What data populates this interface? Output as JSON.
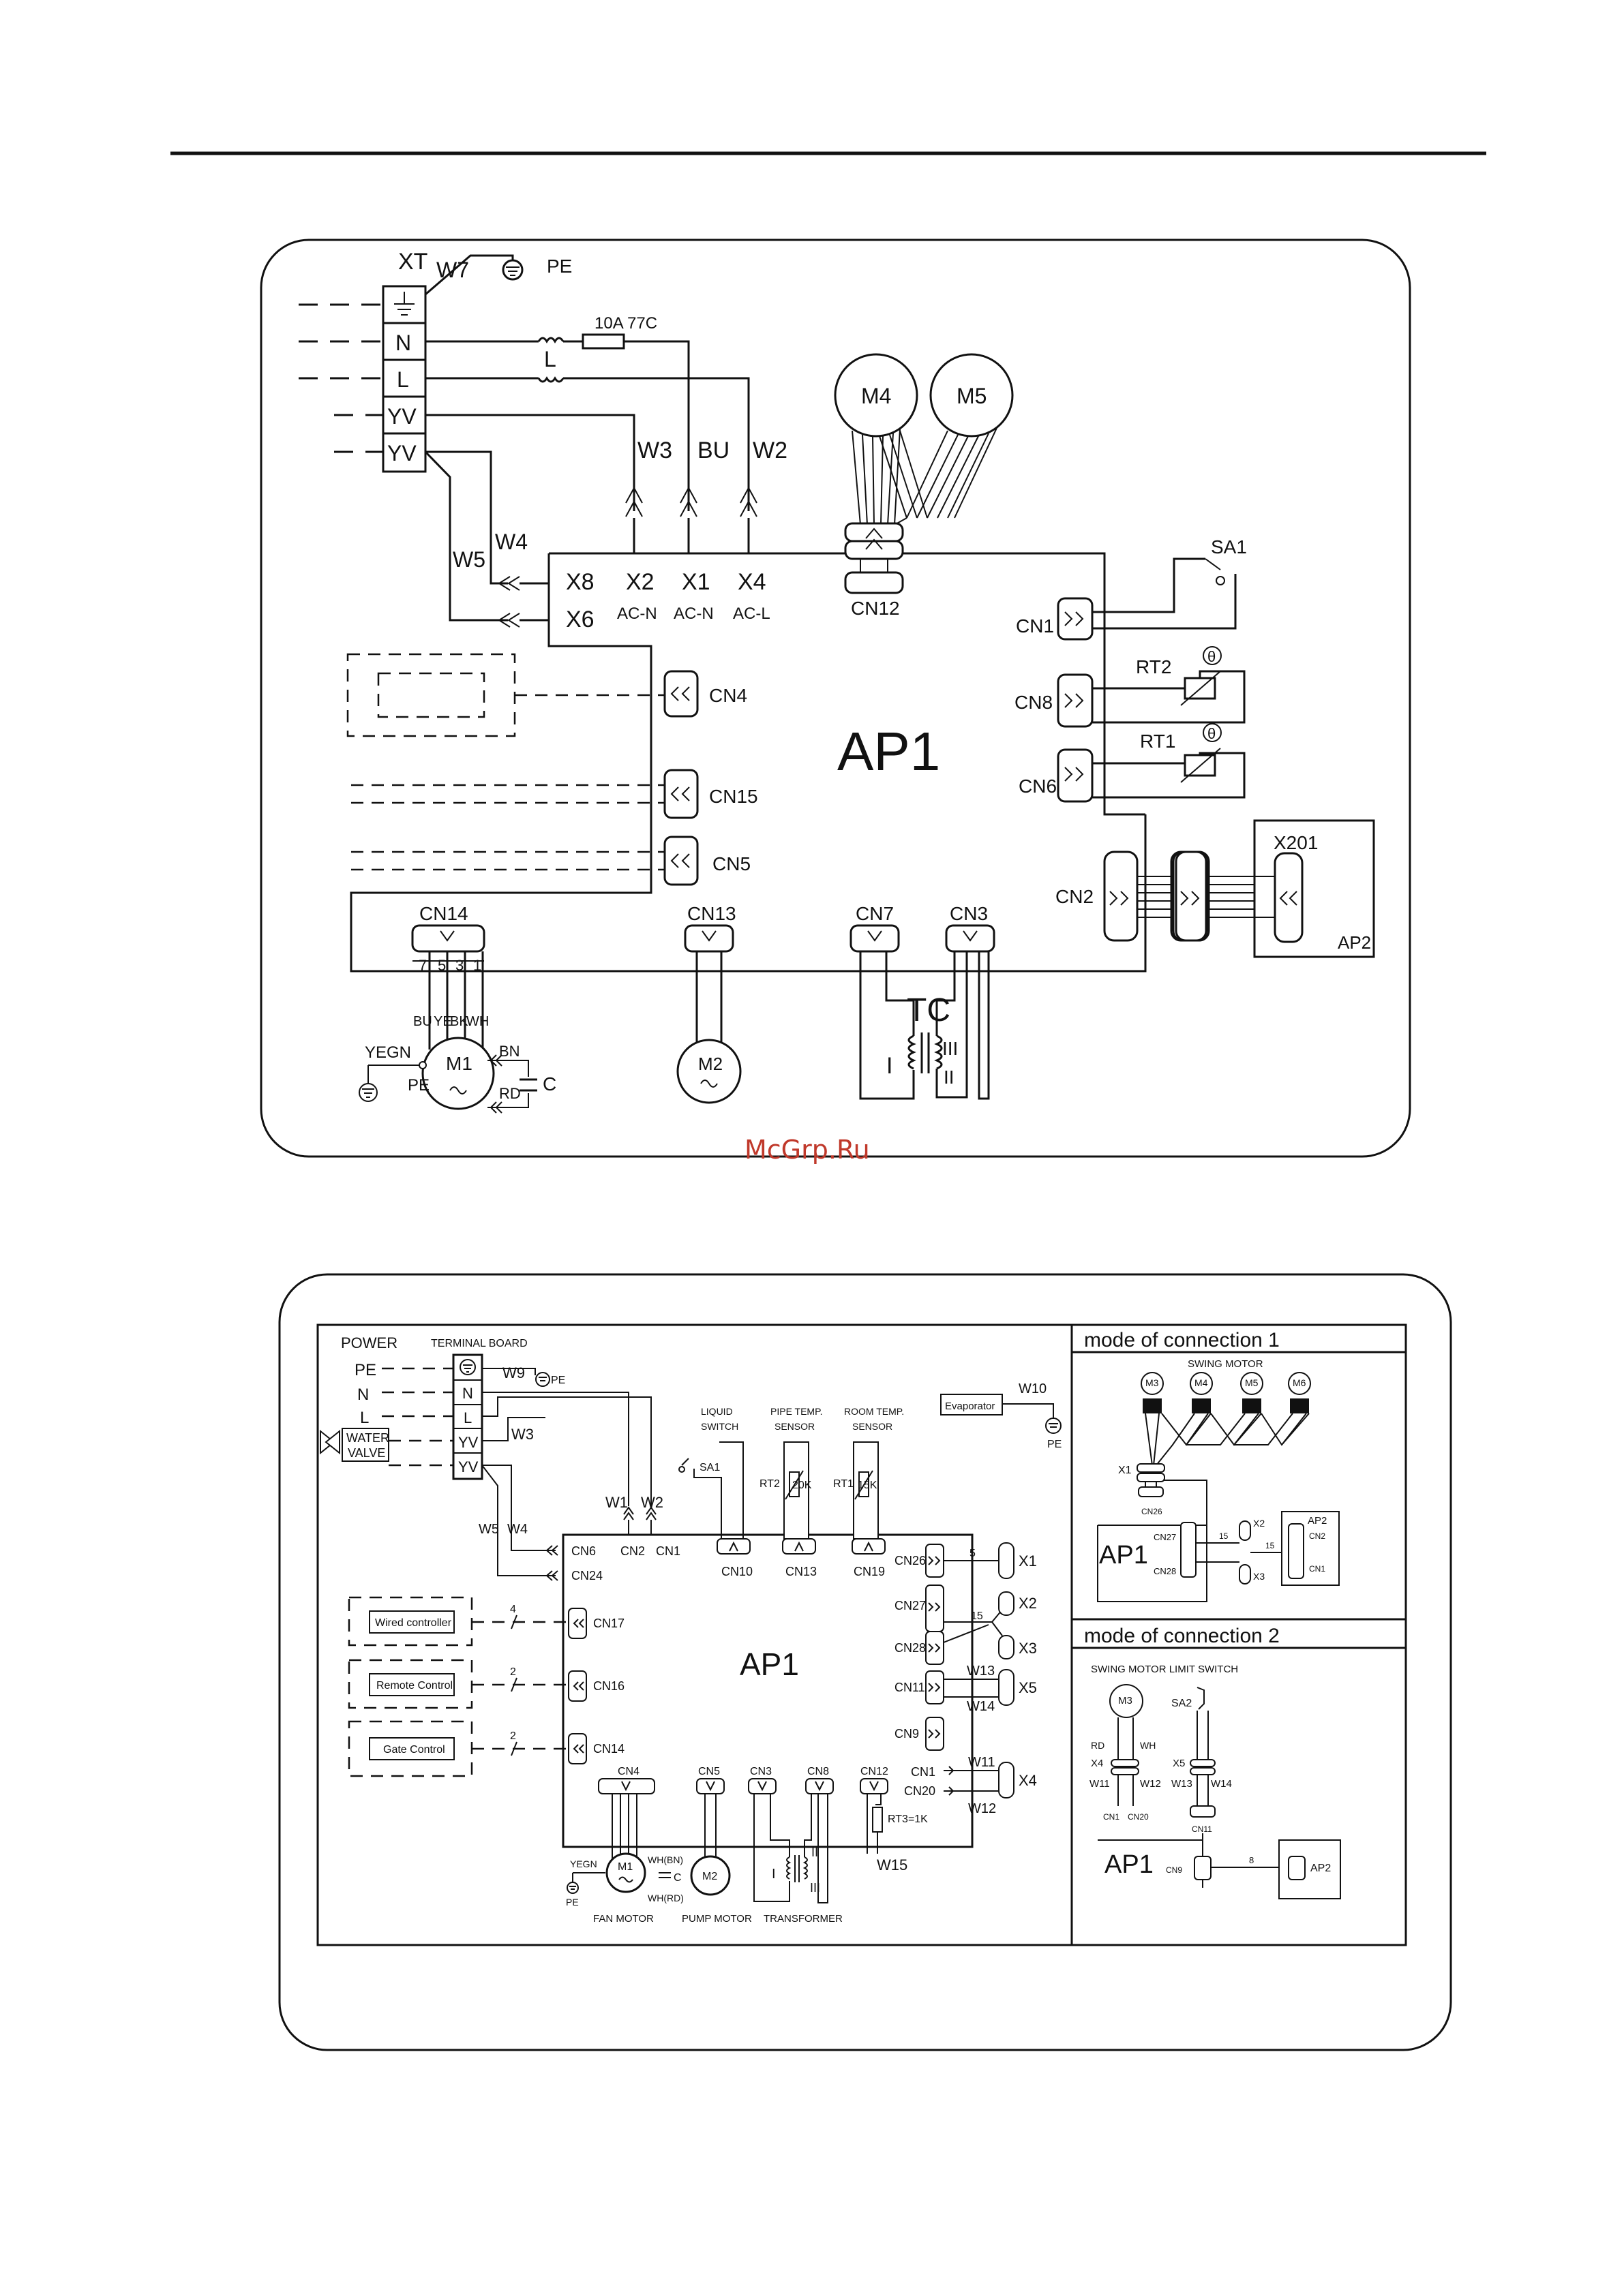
{
  "watermark": "McGrp.Ru",
  "diagram1": {
    "terminal_board": "XT",
    "terminals": [
      "N",
      "L",
      "YV",
      "YV"
    ],
    "ground": "PE",
    "wires": [
      "W7",
      "W3",
      "BU",
      "W2",
      "W4",
      "W5"
    ],
    "choke": "L",
    "fuse": "10A 77C",
    "board": "AP1",
    "board_ports": [
      {
        "id": "X8",
        "sub": ""
      },
      {
        "id": "X2",
        "sub": "AC-N"
      },
      {
        "id": "X1",
        "sub": "AC-N"
      },
      {
        "id": "X4",
        "sub": "AC-L"
      },
      {
        "id": "X6",
        "sub": ""
      }
    ],
    "connectors": [
      "CN12",
      "CN1",
      "CN8",
      "CN6",
      "CN4",
      "CN15",
      "CN5",
      "CN2",
      "CN14",
      "CN13",
      "CN7",
      "CN3"
    ],
    "motors": [
      "M4",
      "M5",
      "M1",
      "M2"
    ],
    "switch": "SA1",
    "sensors": [
      "RT2",
      "RT1"
    ],
    "sensor_symbol": "θ",
    "display_board": {
      "name": "AP2",
      "port": "X201"
    },
    "cn14_pins": [
      "7",
      "5",
      "3",
      "1"
    ],
    "m1_wires": [
      "BU",
      "YE",
      "BK",
      "WH"
    ],
    "m1_labels": {
      "ground": "YEGN",
      "pe": "PE",
      "bn": "BN",
      "rd": "RD",
      "cap": "C"
    },
    "transformer": {
      "name": "TC",
      "windings": [
        "I",
        "III",
        "II"
      ]
    }
  },
  "diagram2": {
    "power": "POWER",
    "terminal_board": "TERMINAL BOARD",
    "power_lines": [
      "PE",
      "N",
      "L"
    ],
    "terminals": [
      "N",
      "L",
      "YV",
      "YV"
    ],
    "water_valve": [
      "WATER",
      "VALVE"
    ],
    "wires": [
      "W9",
      "W3",
      "W1",
      "W2",
      "W5",
      "W4",
      "W10",
      "W13",
      "W14",
      "W11",
      "W12",
      "W15"
    ],
    "ground": "PE",
    "evaporator": "Evaporator",
    "liquid_switch": [
      "LIQUID",
      "SWITCH"
    ],
    "pipe_sensor": [
      "PIPE  TEMP.",
      "SENSOR"
    ],
    "room_sensor": [
      "ROOM  TEMP.",
      "SENSOR"
    ],
    "sa1": "SA1",
    "rt2": {
      "name": "RT2",
      "value": "20K"
    },
    "rt1": {
      "name": "RT1",
      "value": "15K"
    },
    "board": "AP1",
    "top_ports": [
      "CN6",
      "CN2",
      "CN1"
    ],
    "cn24": "CN24",
    "sensor_ports": [
      "CN10",
      "CN13",
      "CN19"
    ],
    "right_ports": [
      "CN26",
      "CN27",
      "CN28",
      "CN11",
      "CN9",
      "CN1",
      "CN20"
    ],
    "x_ports": [
      "X1",
      "X2",
      "X3",
      "X5",
      "X4"
    ],
    "counts": {
      "cn26": "5",
      "cn27": "15",
      "wired": "4",
      "remote": "2",
      "gate": "2"
    },
    "left_ports": [
      "CN17",
      "CN16",
      "CN14"
    ],
    "controllers": [
      "Wired controller",
      "Remote Control",
      "Gate Control"
    ],
    "bottom_ports": [
      "CN4",
      "CN5",
      "CN3",
      "CN8",
      "CN12"
    ],
    "fan_motor": {
      "name": "M1",
      "ground": "YEGN",
      "pe": "PE",
      "wh_bn": "WH(BN)",
      "wh_rd": "WH(RD)",
      "cap": "C",
      "label": "FAN   MOTOR"
    },
    "pump_motor": {
      "name": "M2",
      "label": "PUMP MOTOR"
    },
    "transformer": {
      "label": "TRANSFORMER",
      "windings": [
        "I",
        "II",
        "III"
      ]
    },
    "rt3": "RT3=1K",
    "mode1": {
      "title": "mode of connection 1",
      "swing_motor": "SWING  MOTOR",
      "motors": [
        "M3",
        "M4",
        "M5",
        "M6"
      ],
      "x_labels": [
        "X1",
        "X2",
        "X3"
      ],
      "cn": [
        "CN26",
        "CN27",
        "CN28",
        "CN2",
        "CN1"
      ],
      "count": "15",
      "ap1": "AP1",
      "ap2": "AP2"
    },
    "mode2": {
      "title": "mode of connection 2",
      "header": "SWING  MOTOR   LIMIT  SWITCH",
      "motor": "M3",
      "switch": "SA2",
      "wires": [
        "RD",
        "WH",
        "X4",
        "X5",
        "W11",
        "W12",
        "W13",
        "W14"
      ],
      "cn": [
        "CN1",
        "CN20",
        "CN11",
        "CN9"
      ],
      "count": "8",
      "ap1": "AP1",
      "ap2": "AP2"
    }
  }
}
